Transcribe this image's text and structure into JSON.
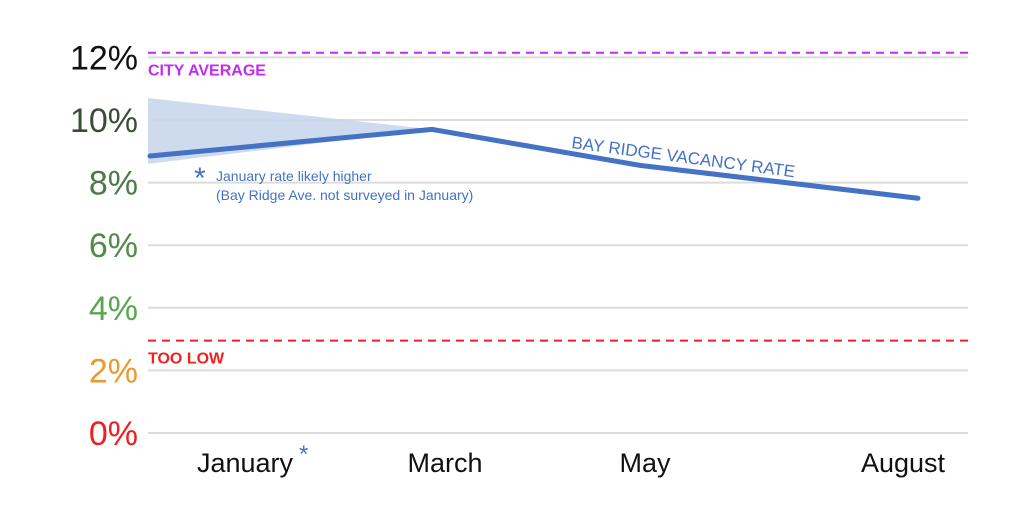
{
  "chart_data": {
    "type": "line",
    "title": "",
    "xlabel": "",
    "ylabel": "",
    "ylim": [
      0,
      12
    ],
    "grid": true,
    "categories": [
      "January",
      "March",
      "May",
      "August"
    ],
    "x_asterisk": "*",
    "yticks": [
      {
        "value": 12,
        "label": "12%",
        "color": "#111111"
      },
      {
        "value": 10,
        "label": "10%",
        "color": "#3b4d38"
      },
      {
        "value": 8,
        "label": "8%",
        "color": "#4a7a46"
      },
      {
        "value": 6,
        "label": "6%",
        "color": "#4f8c4a"
      },
      {
        "value": 4,
        "label": "4%",
        "color": "#5aa650"
      },
      {
        "value": 2,
        "label": "2%",
        "color": "#ec9a2e"
      },
      {
        "value": 0,
        "label": "0%",
        "color": "#f21d1d"
      }
    ],
    "series": [
      {
        "name": "BAY RIDGE VACANCY RATE",
        "color": "#4472c4",
        "values": [
          8.85,
          9.7,
          8.55,
          7.5
        ]
      }
    ],
    "uncertainty_band": {
      "color": "#c9d6ec",
      "upper": [
        10.7,
        9.7
      ],
      "lower": [
        8.6,
        9.7
      ]
    },
    "reference_lines": [
      {
        "label": "CITY AVERAGE",
        "value": 12.15,
        "color": "#c12cf0"
      },
      {
        "label": "TOO LOW",
        "value": 2.95,
        "color": "#f02020"
      }
    ],
    "annotation": {
      "marker": "*",
      "line1": "January rate likely higher",
      "line2": "(Bay Ridge Ave. not surveyed in January)"
    }
  }
}
